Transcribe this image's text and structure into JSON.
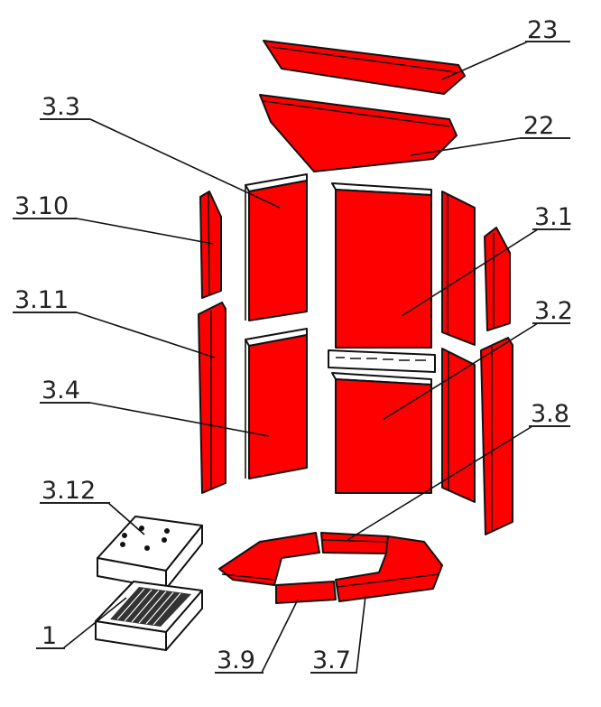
{
  "labels": {
    "p23": "23",
    "p22": "22",
    "p3_3": "3.3",
    "p3_10": "3.10",
    "p3_1": "3.1",
    "p3_11": "3.11",
    "p3_2": "3.2",
    "p3_4": "3.4",
    "p3_8": "3.8",
    "p3_12": "3.12",
    "p1": "1",
    "p3_9": "3.9",
    "p3_7": "3.7"
  },
  "colors": {
    "brick": "#ff0000",
    "line": "#111111"
  }
}
